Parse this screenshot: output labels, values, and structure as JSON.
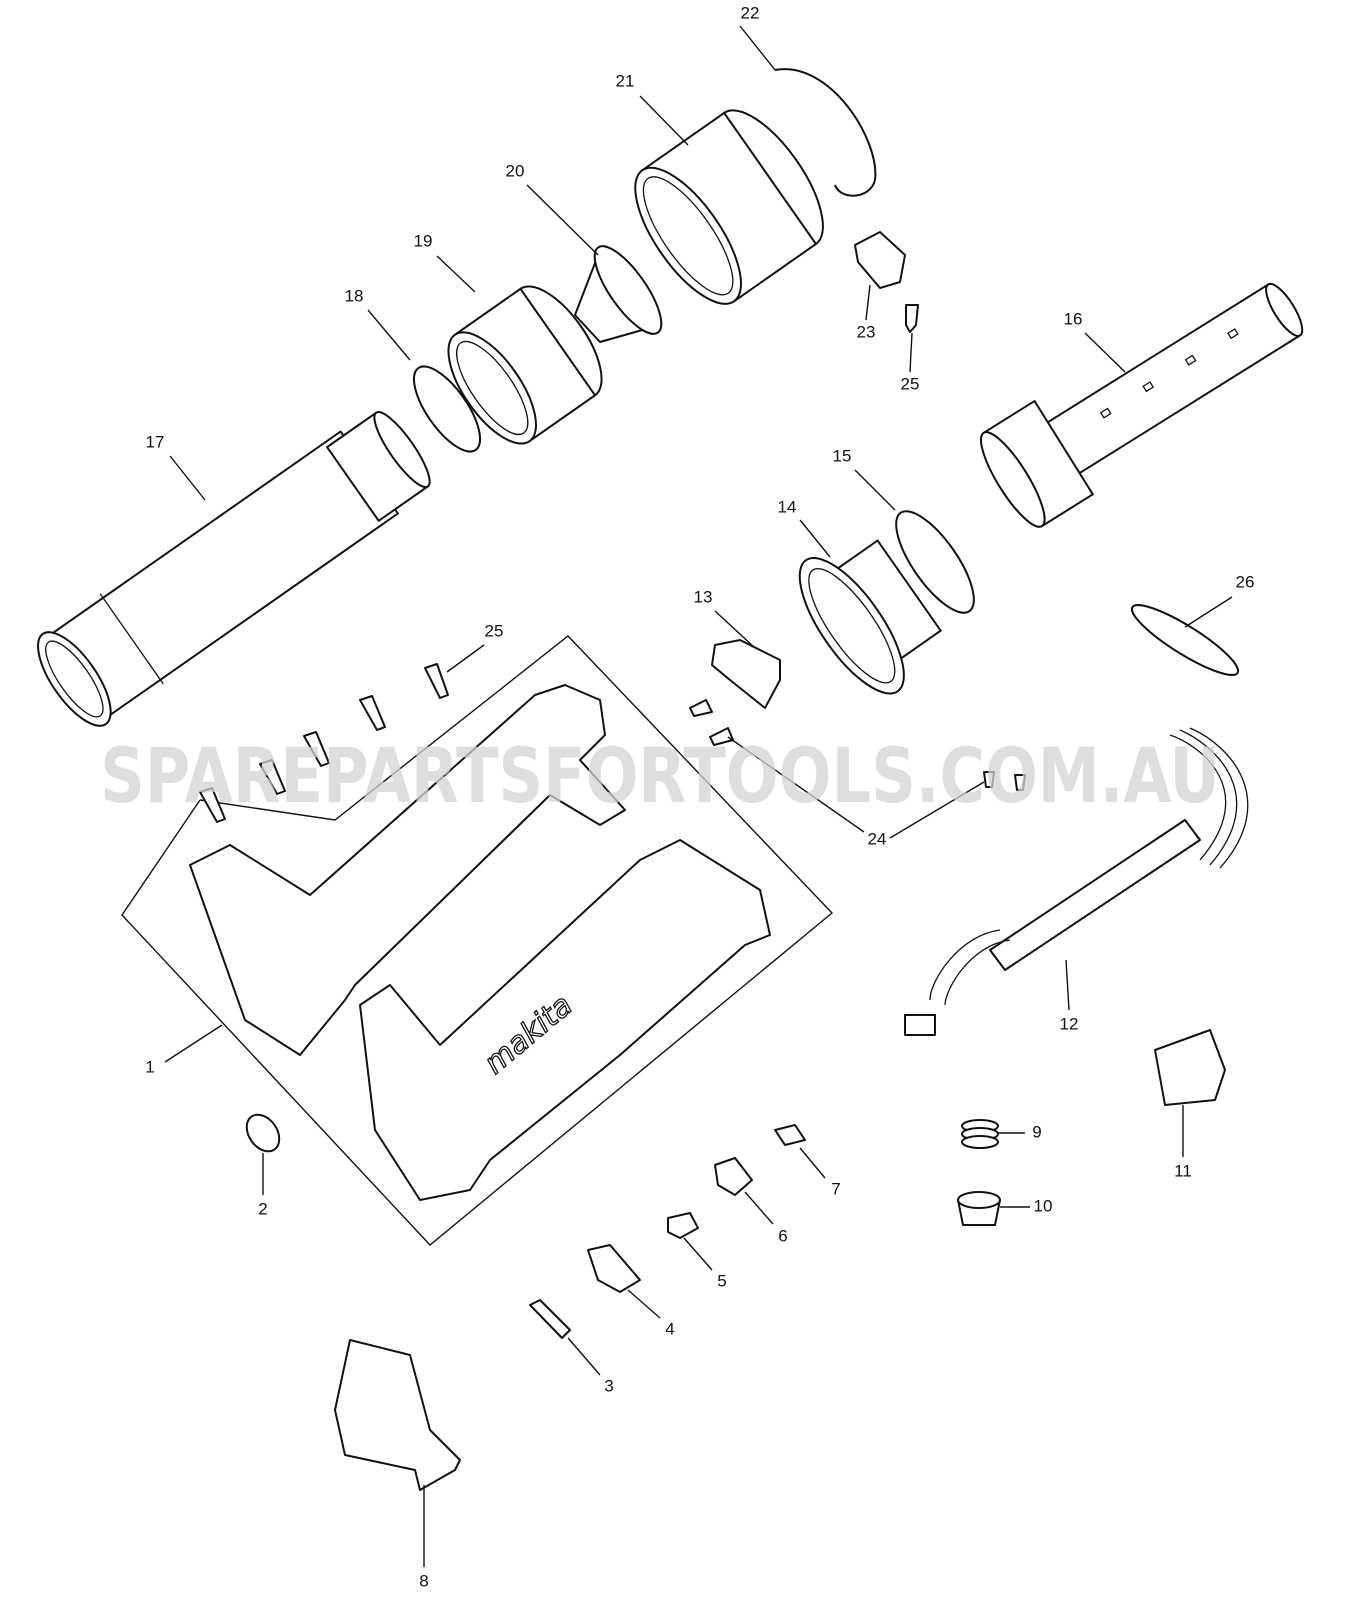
{
  "diagram": {
    "type": "exploded-parts-diagram",
    "watermark": "SPAREPARTSFORTOOLS.COM.AU",
    "callouts": [
      "1",
      "2",
      "3",
      "4",
      "5",
      "6",
      "7",
      "8",
      "9",
      "10",
      "11",
      "12",
      "13",
      "14",
      "15",
      "16",
      "17",
      "18",
      "19",
      "20",
      "21",
      "22",
      "23",
      "24",
      "25",
      "25",
      "26"
    ],
    "housing_logo": "makita"
  }
}
